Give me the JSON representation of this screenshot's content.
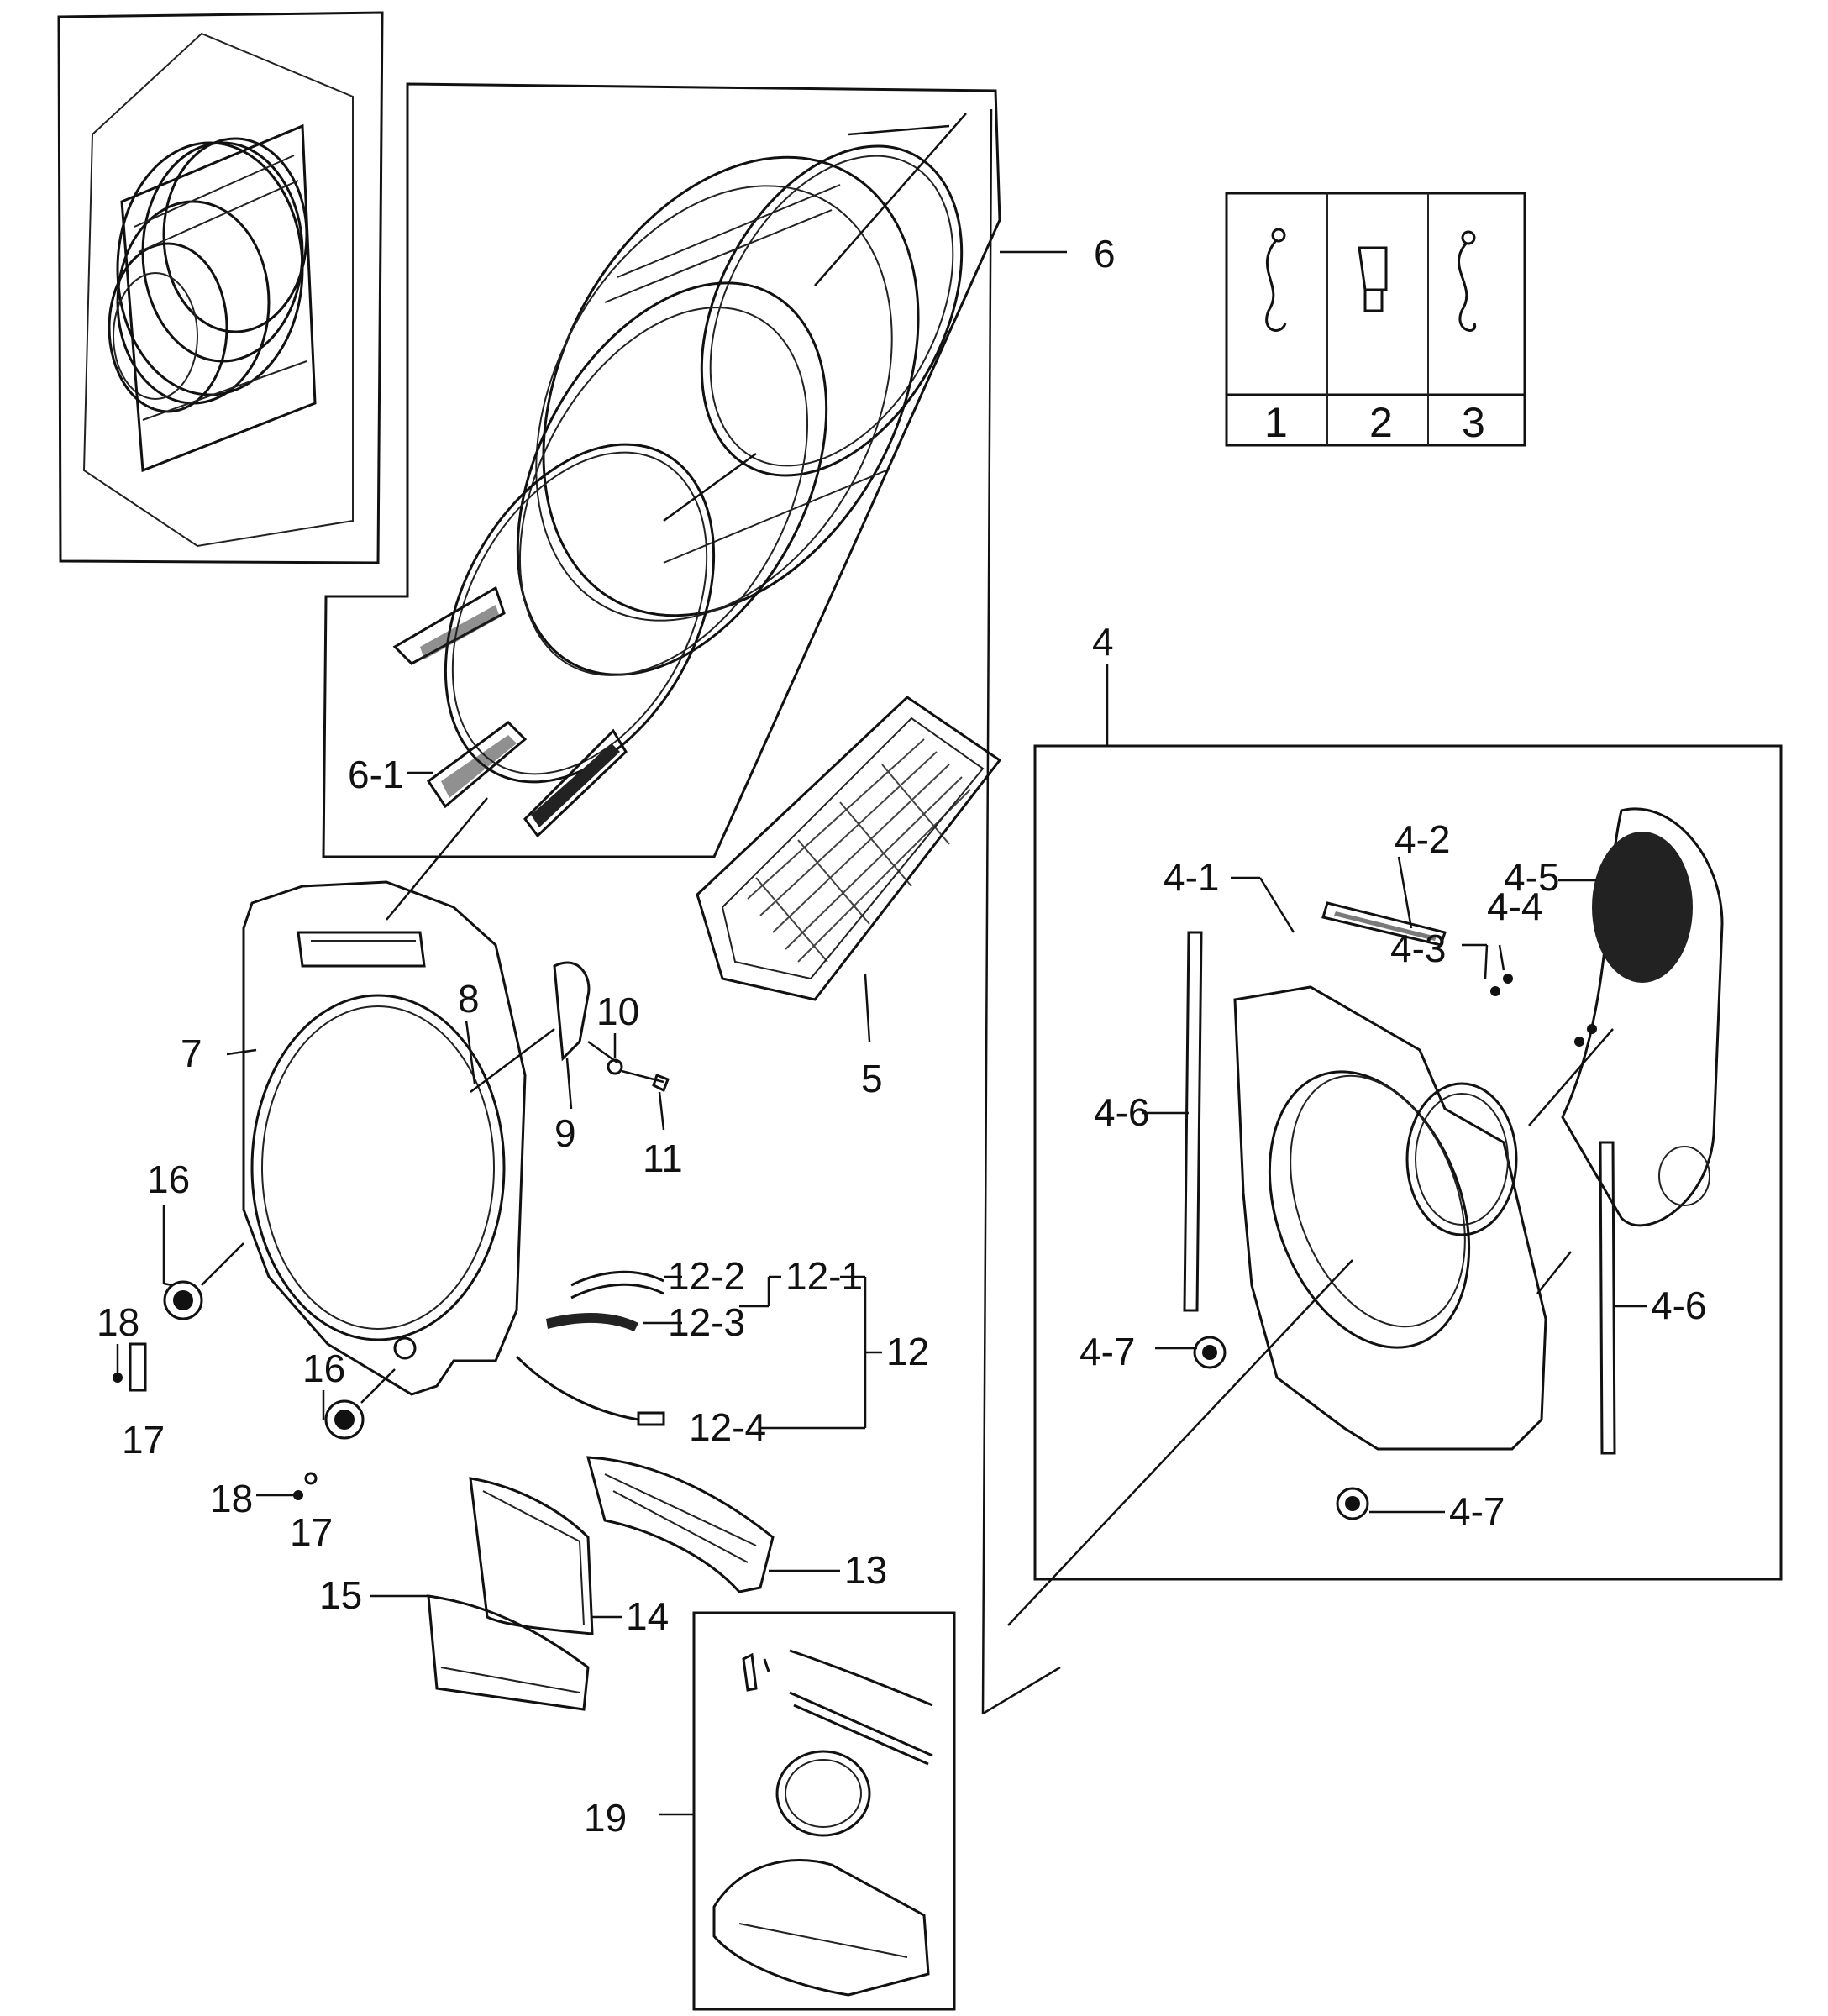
{
  "callouts": {
    "c1": "1",
    "c2": "2",
    "c3": "3",
    "c4": "4",
    "c4_1": "4-1",
    "c4_2": "4-2",
    "c4_3": "4-3",
    "c4_4": "4-4",
    "c4_5": "4-5",
    "c4_6a": "4-6",
    "c4_6b": "4-6",
    "c4_7a": "4-7",
    "c4_7b": "4-7",
    "c5": "5",
    "c6": "6",
    "c6_1": "6-1",
    "c7": "7",
    "c8": "8",
    "c9": "9",
    "c10": "10",
    "c11": "11",
    "c12": "12",
    "c12_1": "12-1",
    "c12_2": "12-2",
    "c12_3": "12-3",
    "c12_4": "12-4",
    "c13": "13",
    "c14": "14",
    "c15": "15",
    "c16a": "16",
    "c16b": "16",
    "c17a": "17",
    "c17b": "17",
    "c18a": "18",
    "c18b": "18",
    "c19": "19"
  },
  "icons": {
    "overview": "assembled-drum-icon",
    "drum": "drum-assembly-icon",
    "filter": "lint-filter-icon",
    "back_panel": "rear-panel-icon",
    "front_panel": "front-panel-icon",
    "kit": "service-kit-icon"
  }
}
